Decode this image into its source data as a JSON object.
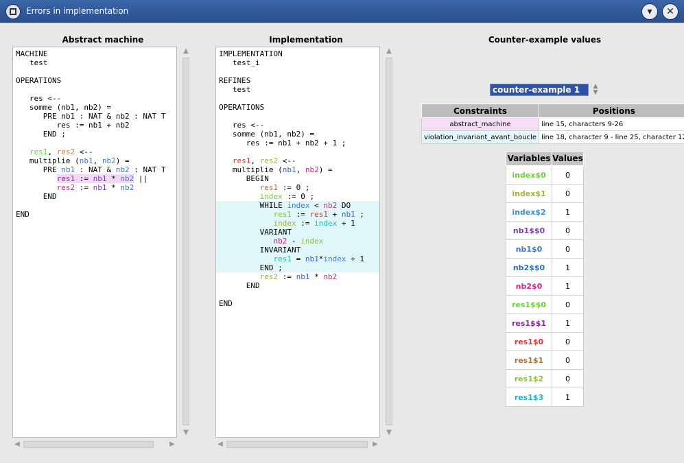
{
  "window": {
    "title": "Errors in implementation"
  },
  "panels": {
    "abstract": {
      "title": "Abstract machine"
    },
    "impl": {
      "title": "Implementation"
    },
    "counter": {
      "title": "Counter-example values"
    }
  },
  "abstract_code": [
    [
      {
        "t": "MACHINE"
      }
    ],
    [
      {
        "t": "   test"
      }
    ],
    [
      {
        "t": ""
      }
    ],
    [
      {
        "t": "OPERATIONS"
      }
    ],
    [
      {
        "t": ""
      }
    ],
    [
      {
        "t": "   res <--"
      }
    ],
    [
      {
        "t": "   somme (nb1, nb2) ="
      }
    ],
    [
      {
        "t": "      PRE nb1 : NAT & nb2 : NAT T"
      }
    ],
    [
      {
        "t": "         res := nb1 + nb2"
      }
    ],
    [
      {
        "t": "      END ;"
      }
    ],
    [
      {
        "t": ""
      }
    ],
    [
      {
        "t": "   "
      },
      {
        "t": "res1",
        "c": "green"
      },
      {
        "t": ", "
      },
      {
        "t": "res2",
        "c": "orange"
      },
      {
        "t": " <--"
      }
    ],
    [
      {
        "t": "   multiplie ("
      },
      {
        "t": "nb1",
        "c": "blue"
      },
      {
        "t": ", "
      },
      {
        "t": "nb2",
        "c": "blue"
      },
      {
        "t": ") ="
      }
    ],
    [
      {
        "t": "      PRE "
      },
      {
        "t": "nb1",
        "c": "blue"
      },
      {
        "t": " : NAT & "
      },
      {
        "t": "nb2",
        "c": "blue"
      },
      {
        "t": " : NAT T"
      }
    ],
    [
      {
        "t": "         "
      },
      {
        "t": "res1",
        "c": "violet",
        "hl": "pink"
      },
      {
        "t": " := ",
        "hl": "pink"
      },
      {
        "t": "nb1",
        "c": "purple",
        "hl": "pink"
      },
      {
        "t": " * ",
        "hl": "pink"
      },
      {
        "t": "nb2",
        "c": "blue",
        "hl": "pink"
      },
      {
        "t": " ||"
      }
    ],
    [
      {
        "t": "         "
      },
      {
        "t": "res2",
        "c": "magenta"
      },
      {
        "t": " := "
      },
      {
        "t": "nb1",
        "c": "purple"
      },
      {
        "t": " * "
      },
      {
        "t": "nb2",
        "c": "blue"
      }
    ],
    [
      {
        "t": "      END"
      }
    ],
    [
      {
        "t": ""
      }
    ],
    [
      {
        "t": "END"
      }
    ]
  ],
  "impl_code": [
    {
      "hl": "",
      "s": [
        {
          "t": "IMPLEMENTATION"
        }
      ]
    },
    {
      "hl": "",
      "s": [
        {
          "t": "   test_i"
        }
      ]
    },
    {
      "hl": "",
      "s": [
        {
          "t": ""
        }
      ]
    },
    {
      "hl": "",
      "s": [
        {
          "t": "REFINES"
        }
      ]
    },
    {
      "hl": "",
      "s": [
        {
          "t": "   test"
        }
      ]
    },
    {
      "hl": "",
      "s": [
        {
          "t": ""
        }
      ]
    },
    {
      "hl": "",
      "s": [
        {
          "t": "OPERATIONS"
        }
      ]
    },
    {
      "hl": "",
      "s": [
        {
          "t": ""
        }
      ]
    },
    {
      "hl": "",
      "s": [
        {
          "t": "   res <--"
        }
      ]
    },
    {
      "hl": "",
      "s": [
        {
          "t": "   somme (nb1, nb2) ="
        }
      ]
    },
    {
      "hl": "",
      "s": [
        {
          "t": "      res := nb1 + nb2 + 1 ;"
        }
      ]
    },
    {
      "hl": "",
      "s": [
        {
          "t": ""
        }
      ]
    },
    {
      "hl": "",
      "s": [
        {
          "t": "   "
        },
        {
          "t": "res1",
          "c": "red"
        },
        {
          "t": ", "
        },
        {
          "t": "res2",
          "c": "olive"
        },
        {
          "t": " <--"
        }
      ]
    },
    {
      "hl": "",
      "s": [
        {
          "t": "   multiplie ("
        },
        {
          "t": "nb1",
          "c": "navy"
        },
        {
          "t": ", "
        },
        {
          "t": "nb2",
          "c": "magenta"
        },
        {
          "t": ") ="
        }
      ]
    },
    {
      "hl": "",
      "s": [
        {
          "t": "      BEGIN"
        }
      ]
    },
    {
      "hl": "",
      "s": [
        {
          "t": "         "
        },
        {
          "t": "res1",
          "c": "brown"
        },
        {
          "t": " := 0 ;"
        }
      ]
    },
    {
      "hl": "",
      "s": [
        {
          "t": "         "
        },
        {
          "t": "index",
          "c": "green"
        },
        {
          "t": " := 0 ;"
        }
      ]
    },
    {
      "hl": "cyan",
      "s": [
        {
          "t": "         WHILE "
        },
        {
          "t": "index",
          "c": "blue"
        },
        {
          "t": " < "
        },
        {
          "t": "nb2",
          "c": "magenta"
        },
        {
          "t": " DO"
        }
      ]
    },
    {
      "hl": "cyan",
      "s": [
        {
          "t": "            "
        },
        {
          "t": "res1",
          "c": "lime"
        },
        {
          "t": " := "
        },
        {
          "t": "res1",
          "c": "red"
        },
        {
          "t": " + "
        },
        {
          "t": "nb1",
          "c": "navy"
        },
        {
          "t": " ;"
        }
      ]
    },
    {
      "hl": "cyan",
      "s": [
        {
          "t": "            "
        },
        {
          "t": "index",
          "c": "olive"
        },
        {
          "t": " := "
        },
        {
          "t": "index",
          "c": "cyan"
        },
        {
          "t": " + 1"
        }
      ]
    },
    {
      "hl": "cyan",
      "s": [
        {
          "t": "         VARIANT"
        }
      ]
    },
    {
      "hl": "cyan",
      "s": [
        {
          "t": "            "
        },
        {
          "t": "nb2",
          "c": "magenta"
        },
        {
          "t": " - "
        },
        {
          "t": "index",
          "c": "lime"
        }
      ]
    },
    {
      "hl": "cyan",
      "s": [
        {
          "t": "         INVARIANT"
        }
      ]
    },
    {
      "hl": "cyan",
      "s": [
        {
          "t": "            "
        },
        {
          "t": "res1",
          "c": "teal"
        },
        {
          "t": " = "
        },
        {
          "t": "nb1",
          "c": "navy"
        },
        {
          "t": "*"
        },
        {
          "t": "index",
          "c": "blue"
        },
        {
          "t": " + 1"
        }
      ]
    },
    {
      "hl": "cyan",
      "s": [
        {
          "t": "         END ;"
        }
      ]
    },
    {
      "hl": "",
      "s": [
        {
          "t": "         "
        },
        {
          "t": "res2",
          "c": "olive"
        },
        {
          "t": " := "
        },
        {
          "t": "nb1",
          "c": "navy"
        },
        {
          "t": " * "
        },
        {
          "t": "nb2",
          "c": "magenta"
        }
      ]
    },
    {
      "hl": "",
      "s": [
        {
          "t": "      END"
        }
      ]
    },
    {
      "hl": "",
      "s": [
        {
          "t": ""
        }
      ]
    },
    {
      "hl": "",
      "s": [
        {
          "t": "END"
        }
      ]
    }
  ],
  "selector": {
    "value": "counter-example 1"
  },
  "constraints_table": {
    "headers": [
      "Constraints",
      "Positions"
    ],
    "rows": [
      {
        "constraint": "abstract_machine",
        "position": "line 15, characters 9-26",
        "bg": "#f6dff6"
      },
      {
        "constraint": "violation_invariant_avant_boucle",
        "position": "line 18, character 9 - line 25, character 12",
        "bg": "#e3f7f9"
      }
    ]
  },
  "values_table": {
    "headers": [
      "Variables",
      "Values"
    ],
    "rows": [
      {
        "name": "index$0",
        "value": "0",
        "color": "#72cf3f"
      },
      {
        "name": "index$1",
        "value": "0",
        "color": "#a7b23a"
      },
      {
        "name": "index$2",
        "value": "1",
        "color": "#3b8fc4"
      },
      {
        "name": "nb1$$0",
        "value": "0",
        "color": "#7a3ea8"
      },
      {
        "name": "nb1$0",
        "value": "0",
        "color": "#3c7bc9"
      },
      {
        "name": "nb2$$0",
        "value": "1",
        "color": "#2f6fb8"
      },
      {
        "name": "nb2$0",
        "value": "1",
        "color": "#d1248e"
      },
      {
        "name": "res1$$0",
        "value": "0",
        "color": "#72cf3f"
      },
      {
        "name": "res1$$1",
        "value": "1",
        "color": "#8b2a9b"
      },
      {
        "name": "res1$0",
        "value": "0",
        "color": "#d13a3a"
      },
      {
        "name": "res1$1",
        "value": "0",
        "color": "#b1703e"
      },
      {
        "name": "res1$2",
        "value": "0",
        "color": "#8fbf3a"
      },
      {
        "name": "res1$3",
        "value": "1",
        "color": "#1bb8c4"
      }
    ]
  },
  "colors": {
    "green": "#72cf3f",
    "orange": "#c77a3a",
    "blue": "#3b7bd1",
    "purple": "#7a3ea8",
    "magenta": "#d1248e",
    "lime": "#9bb83a",
    "cyan": "#1bb8c4",
    "red": "#d13a3a",
    "brown": "#b1703e",
    "olive": "#a7b23a",
    "teal": "#1bbfa6",
    "navy": "#3c62c9",
    "violet": "#8b2a9b"
  },
  "icons": {
    "window_menu": "window-menu-icon",
    "minimize": "minimize-icon",
    "close": "close-icon"
  }
}
